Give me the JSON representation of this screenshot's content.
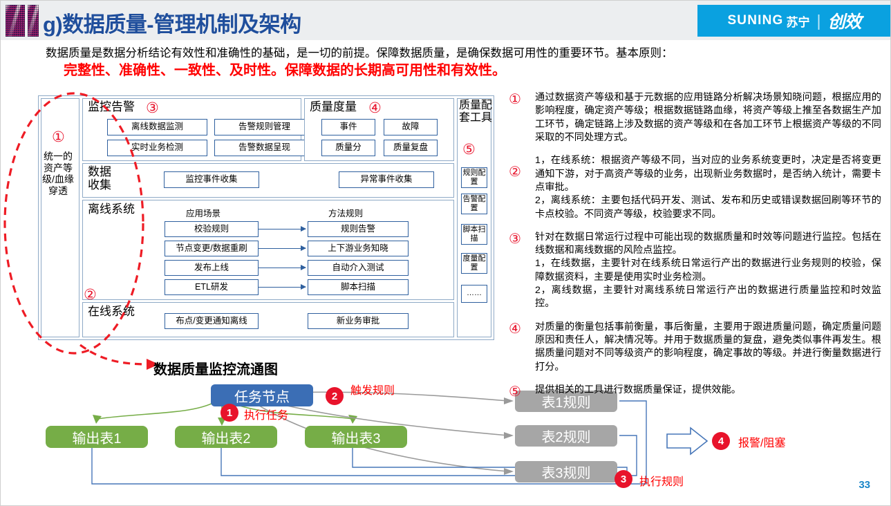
{
  "header": {
    "title": "g)数据质量-管理机制及架构",
    "brand_en": "SUNING",
    "brand_cn": "苏宁",
    "brand_sep": "|",
    "brand_sub": "创效",
    "title_color": "#1f4e9c",
    "brand_bg": "#0aa1e0"
  },
  "intro": {
    "line1": "数据质量是数据分析结论有效性和准确性的基础，是一切的前提。保障数据质量，是确保数据可用性的重要环节。基本原则：",
    "emphasis": "完整性、准确性、一致性、及时性。保障数据的长期高可用性和有效性。",
    "emphasis_color": "#ff0000"
  },
  "architecture": {
    "left_column": {
      "marker": "①",
      "label": "统一的资产等级/血缘穿透"
    },
    "sections": [
      {
        "name": "监控告警",
        "marker": "③",
        "items": [
          "离线数据监测",
          "告警规则管理",
          "实时业务检测",
          "告警数据呈现"
        ]
      },
      {
        "name": "质量度量",
        "marker": "④",
        "items": [
          "事件",
          "故障",
          "质量分",
          "质量复盘"
        ]
      },
      {
        "name": "数据收集",
        "marker": "",
        "items": [
          "监控事件收集",
          "异常事件收集"
        ]
      },
      {
        "name": "离线系统",
        "marker": "②",
        "col_headers": [
          "应用场景",
          "方法规则"
        ],
        "scenarios": [
          "校验规则",
          "节点变更/数据重刷",
          "发布上线",
          "ETL研发"
        ],
        "rules": [
          "规则告警",
          "上下游业务知晓",
          "自动介入测试",
          "脚本扫描"
        ]
      },
      {
        "name": "在线系统",
        "marker": "",
        "items": [
          "布点/变更通知离线",
          "新业务审批"
        ]
      }
    ],
    "tools_column": {
      "title": "质量配套工具",
      "marker": "⑤",
      "items": [
        "规则配置",
        "告警配置",
        "脚本扫描",
        "度量配置",
        "……"
      ]
    }
  },
  "flow": {
    "title": "数据质量监控流通图",
    "task_node": "任务节点",
    "output_tables": [
      "输出表1",
      "输出表2",
      "输出表3"
    ],
    "rule_tables": [
      "表1规则",
      "表2规则",
      "表3规则"
    ],
    "labels": [
      {
        "badge": "1",
        "text": "执行任务"
      },
      {
        "badge": "2",
        "text": "触发规则"
      },
      {
        "badge": "3",
        "text": "执行规则"
      },
      {
        "badge": "4",
        "text": "报警/阻塞"
      }
    ],
    "colors": {
      "task": "#3b6eb5",
      "output": "#76ad47",
      "rule": "#a6a6a6",
      "badge": "#e8132b",
      "label_text": "#ff0000"
    }
  },
  "notes": [
    {
      "num": "①",
      "text": "通过数据资产等级和基于元数据的应用链路分析解决场景知晓问题，根据应用的影响程度，确定资产等级；根据数据链路血缘，将资产等级上推至各数据生产加工环节，确定链路上涉及数据的资产等级和在各加工环节上根据资产等级的不同采取的不同处理方式。"
    },
    {
      "num": "②",
      "text": "1，在线系统：根据资产等级不同，当对应的业务系统变更时，决定是否将变更通知下游，对于高资产等级的业务，出现新业务数据时，是否纳入统计，需要卡点审批。\n2，离线系统：主要包括代码开发、测试、发布和历史或错误数据回刷等环节的卡点校验。不同资产等级，校验要求不同。"
    },
    {
      "num": "③",
      "text": "针对在数据日常运行过程中可能出现的数据质量和时效等问题进行监控。包括在线数据和离线数据的风险点监控。\n1，在线数据，主要针对在线系统日常运行产出的数据进行业务规则的校验，保障数据资料，主要是使用实时业务检测。\n2，离线数据，主要针对离线系统日常运行产出的数据进行质量监控和时效监控。"
    },
    {
      "num": "④",
      "text": "对质量的衡量包括事前衡量，事后衡量，主要用于跟进质量问题，确定质量问题原因和责任人，解决情况等。并用于数据质量的复盘，避免类似事件再发生。根据质量问题对不同等级资产的影响程度，确定事故的等级。并进行衡量数据进行打分。"
    },
    {
      "num": "⑤",
      "text": "提供相关的工具进行数据质量保证，提供效能。"
    }
  ],
  "footer": {
    "page_number": "33",
    "page_color": "#1a86c8"
  }
}
